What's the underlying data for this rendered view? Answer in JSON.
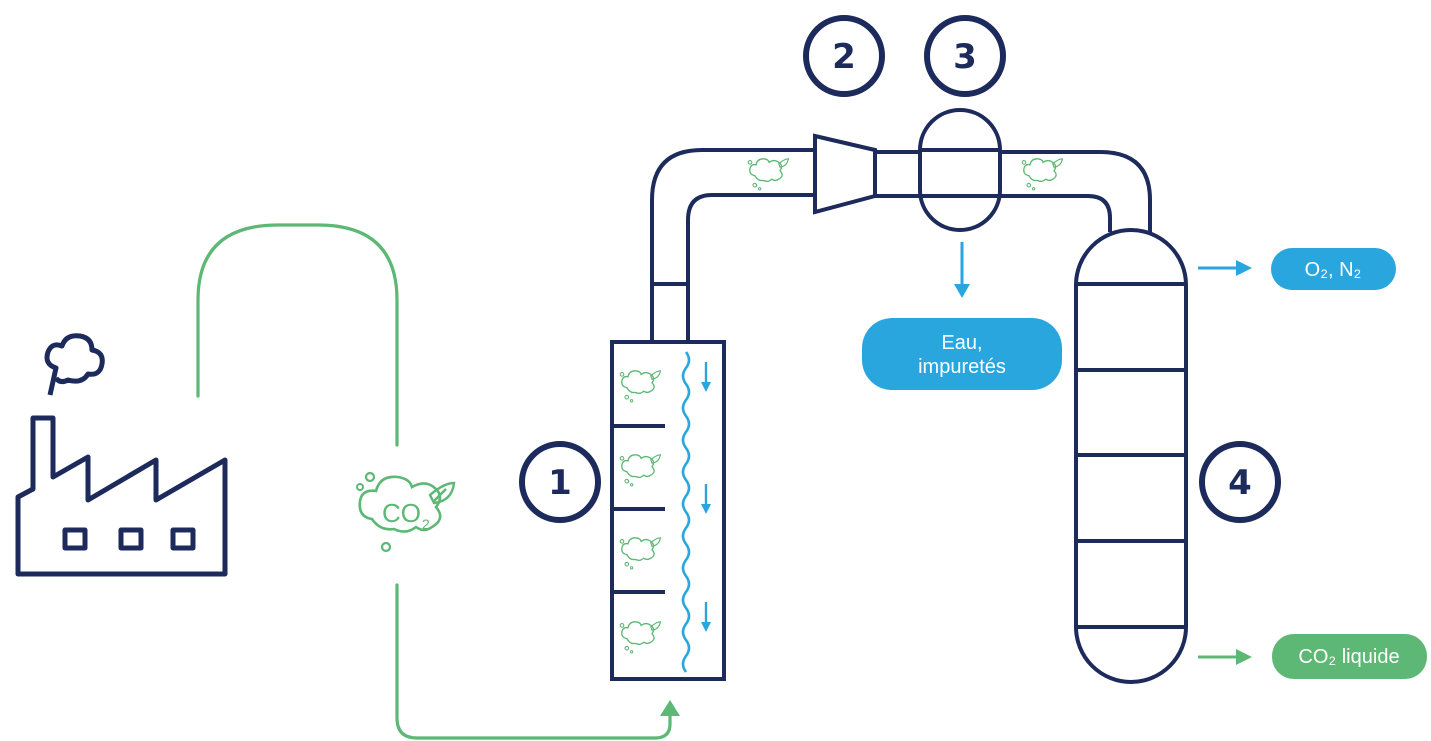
{
  "colors": {
    "navy": "#1c2a5c",
    "green": "#5cb874",
    "blue": "#2aa6df",
    "white": "#ffffff"
  },
  "steps": [
    {
      "label": "1"
    },
    {
      "label": "2"
    },
    {
      "label": "3"
    },
    {
      "label": "4"
    }
  ],
  "outputs": {
    "water_line1": "Eau,",
    "water_line2": "impuretés",
    "gases": "O₂, N₂",
    "liquid_co2": "CO₂ liquide"
  },
  "co2_symbol": {
    "main": "CO",
    "subscript": "2"
  },
  "icons": [
    "factory-icon",
    "smoke-icon",
    "co2-leaf-icon",
    "arrow-down-icon",
    "arrow-right-icon",
    "arrow-up-icon"
  ]
}
